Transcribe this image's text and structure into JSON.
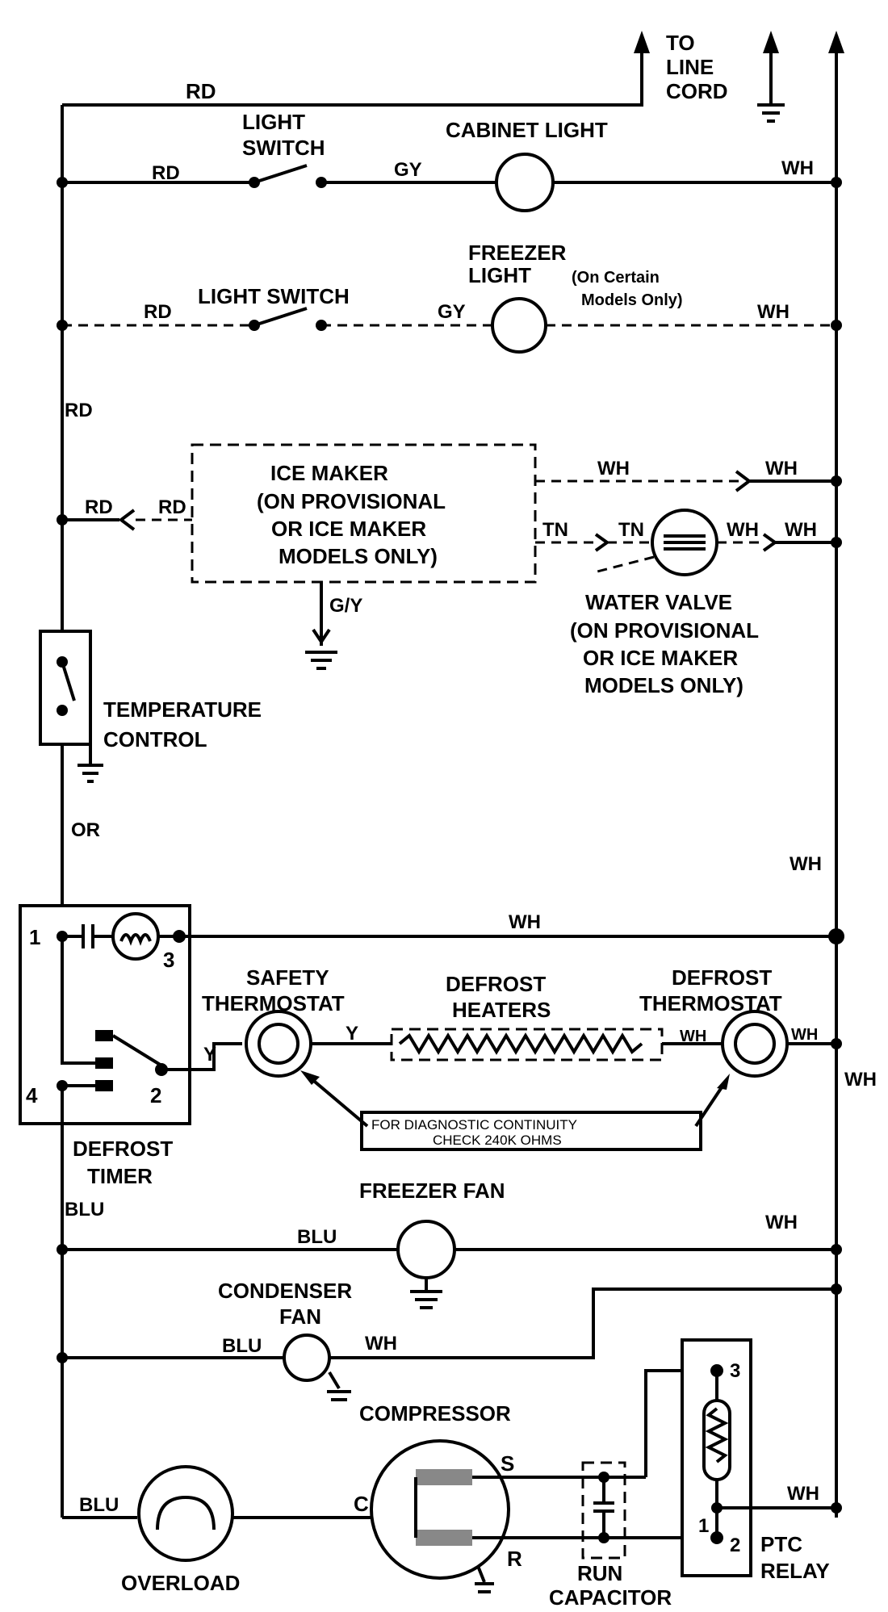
{
  "labels": {
    "to_line_cord": [
      "TO",
      "LINE",
      "CORD"
    ],
    "cabinet_light": "CABINET LIGHT",
    "light_switch_1": [
      "LIGHT",
      "SWITCH"
    ],
    "light_switch_2": "LIGHT SWITCH",
    "freezer_light": [
      "FREEZER",
      "LIGHT"
    ],
    "freezer_light_note": [
      "(On Certain",
      "Models Only)"
    ],
    "ice_maker": [
      "ICE MAKER",
      "(ON PROVISIONAL",
      "OR ICE MAKER",
      "MODELS ONLY)"
    ],
    "water_valve": [
      "WATER VALVE",
      "(ON PROVISIONAL",
      "OR ICE MAKER",
      "MODELS ONLY)"
    ],
    "temperature_control": [
      "TEMPERATURE",
      "CONTROL"
    ],
    "defrost_timer": [
      "DEFROST",
      "TIMER"
    ],
    "safety_thermostat": [
      "SAFETY",
      "THERMOSTAT"
    ],
    "defrost_heaters": [
      "DEFROST",
      "HEATERS"
    ],
    "defrost_thermostat": [
      "DEFROST",
      "THERMOSTAT"
    ],
    "diag_note": [
      "FOR DIAGNOSTIC CONTINUITY",
      "CHECK 240K OHMS"
    ],
    "freezer_fan": "FREEZER FAN",
    "condenser_fan": [
      "CONDENSER",
      "FAN"
    ],
    "compressor": "COMPRESSOR",
    "overload": "OVERLOAD",
    "run_capacitor": [
      "RUN",
      "CAPACITOR"
    ],
    "ptc_relay": [
      "PTC",
      "RELAY"
    ]
  },
  "wires": {
    "rd": "RD",
    "gy": "GY",
    "wh": "WH",
    "tn": "TN",
    "gy_ground": "G/Y",
    "or": "OR",
    "y": "Y",
    "blu": "BLU"
  },
  "terminals": {
    "t1": "1",
    "t2": "2",
    "t3": "3",
    "t4": "4",
    "c": "C",
    "s": "S",
    "r": "R",
    "p1": "1",
    "p2": "2",
    "p3": "3"
  }
}
